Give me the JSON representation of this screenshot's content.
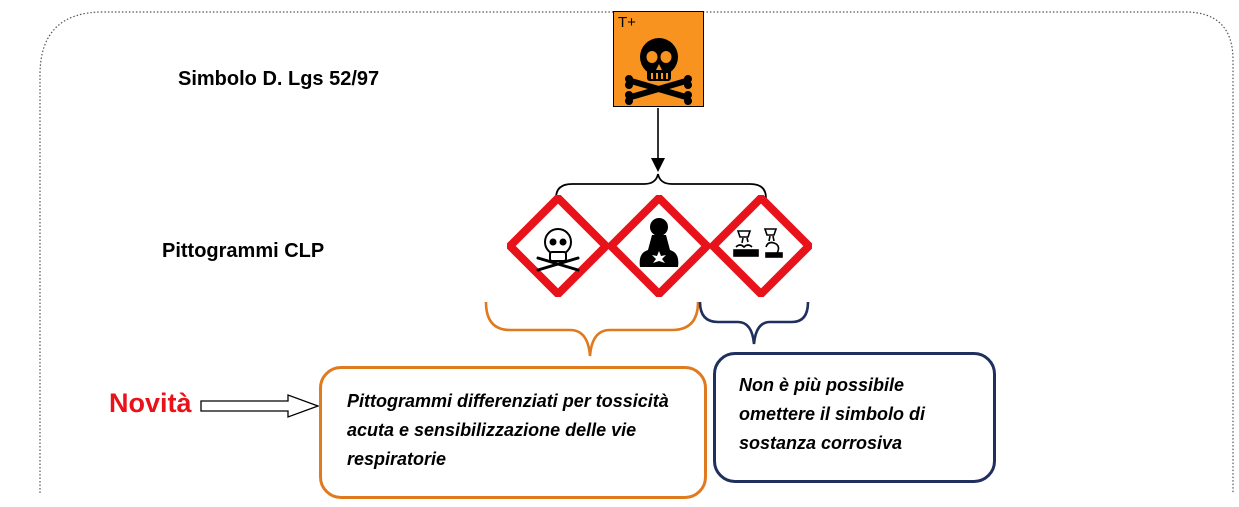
{
  "labels": {
    "old_symbol": "Simbolo D. Lgs 52/97",
    "clp_pictograms": "Pittogrammi  CLP",
    "novelty": "Novità"
  },
  "symbols": {
    "t_plus": {
      "code": "T+",
      "icon": "skull-crossbones-icon",
      "color": "#f7931e"
    },
    "clp": [
      {
        "icon": "skull-crossbones-icon",
        "meaning": "tossicità acuta"
      },
      {
        "icon": "health-hazard-icon",
        "meaning": "sensibilizzazione delle vie respiratorie"
      },
      {
        "icon": "corrosion-icon",
        "meaning": "sostanza corrosiva"
      }
    ]
  },
  "notes": {
    "differentiated": "Pittogrammi differenziati per tossicità acuta e sensibilizzazione delle  vie respiratorie",
    "corrosive": "Non è più possibile omettere il simbolo di sostanza corrosiva"
  },
  "colors": {
    "orange_symbol": "#f7931e",
    "clp_red": "#e8121a",
    "orange_box": "#e07a1f",
    "navy_box": "#1f2f5e",
    "novelty_red": "#e8121a"
  }
}
